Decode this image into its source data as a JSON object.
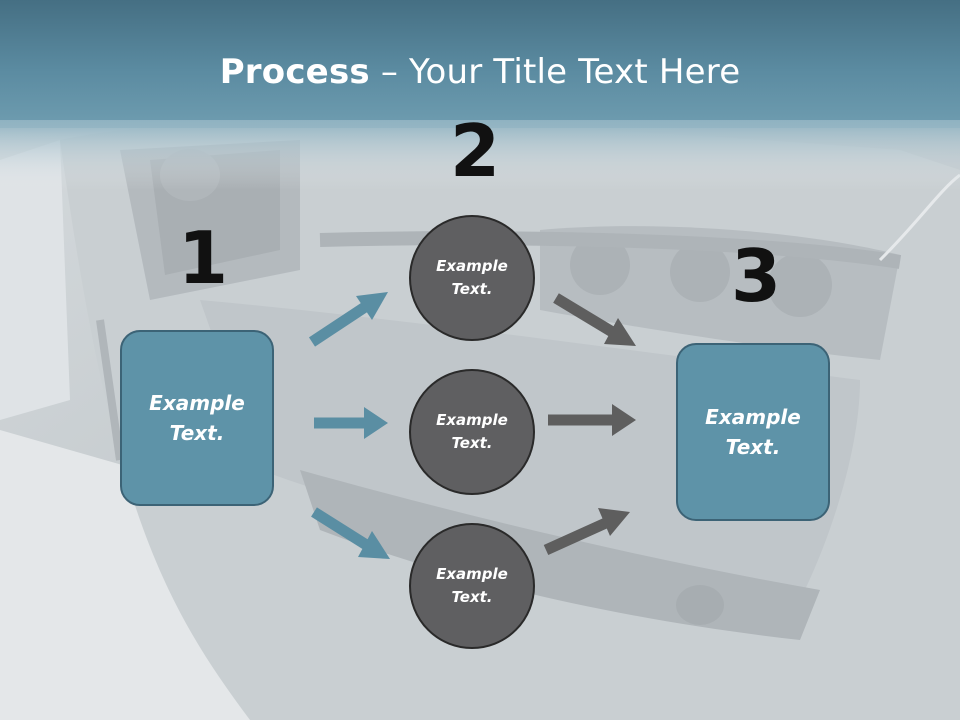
{
  "slide": {
    "title_bold": "Process",
    "title_rest": " – Your Title Text Here",
    "colors": {
      "header_band": "#4f7e95",
      "box_fill": "#5e93a8",
      "circle_fill": "#5f5f61",
      "blue_arrow": "#5a8ea3",
      "gray_arrow": "#5e5e5e"
    }
  },
  "steps": {
    "step1_number": "1",
    "step2_number": "2",
    "step3_number": "3"
  },
  "nodes": {
    "left_box": "Example Text.",
    "right_box": "Example Text.",
    "circle_top": "Example Text.",
    "circle_middle": "Example Text.",
    "circle_bottom": "Example Text."
  }
}
